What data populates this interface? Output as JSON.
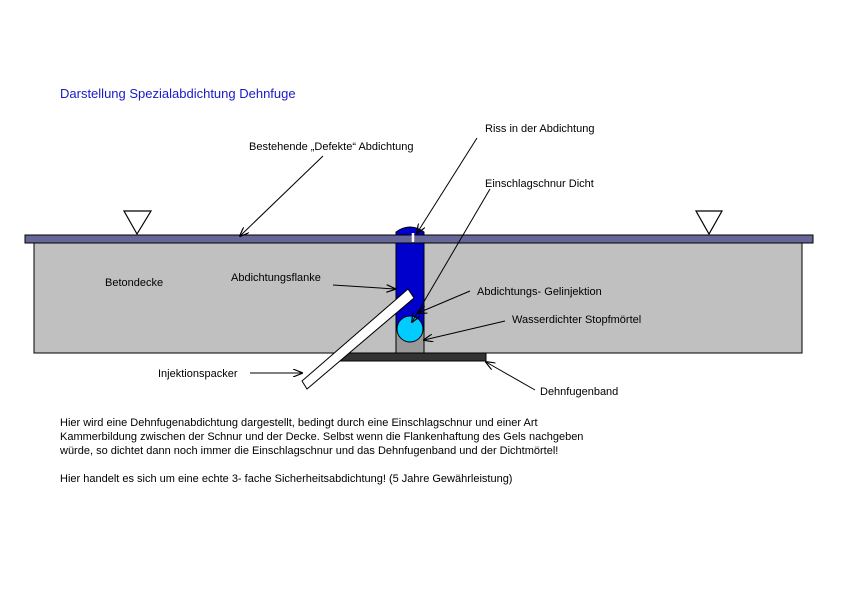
{
  "title": "Darstellung Spezialabdichtung Dehnfuge",
  "labels": {
    "riss": "Riss in der Abdichtung",
    "bestehende": "Bestehende „Defekte“ Abdichtung",
    "einschlagschnur": "Einschlagschnur Dicht",
    "betondecke": "Betondecke",
    "abdichtungsflanke": "Abdichtungsflanke",
    "gelinjektion": "Abdichtungs- Gelinjektion",
    "stopfmoertel": "Wasserdichter Stopfmörtel",
    "injektionspacker": "Injektionspacker",
    "dehnfugenband": "Dehnfugenband"
  },
  "description": {
    "paragraph1_lines": [
      "Hier wird eine Dehnfugenabdichtung dargestellt, bedingt durch eine Einschlagschnur und einer  Art",
      "Kammerbildung zwischen der Schnur und der Decke. Selbst wenn die Flankenhaftung des Gels nachgeben",
      "würde, so dichtet dann noch immer die Einschlagschnur und das Dehnfugenband und der Dichtmörtel!"
    ],
    "paragraph2": "Hier handelt es sich um eine echte 3- fache Sicherheitsabdichtung! (5 Jahre Gewährleistung)"
  },
  "colors": {
    "title": "#1a1ac8",
    "concrete": "#c0c0c0",
    "membrane": "#666699",
    "gel": "#0000cc",
    "cord": "#00ccff",
    "mortar": "#999999",
    "band": "#333333"
  }
}
